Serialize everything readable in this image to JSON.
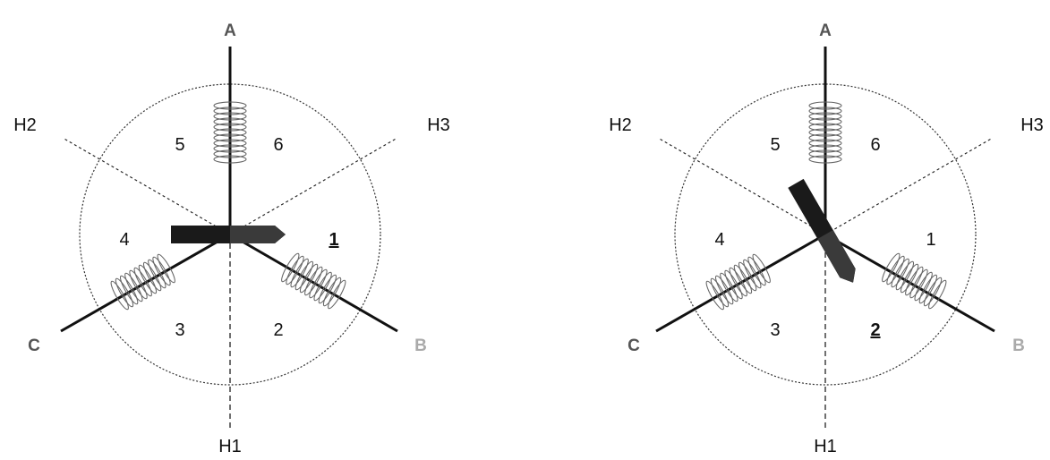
{
  "diagrams": [
    {
      "phase_labels": {
        "a": "A",
        "b": "B",
        "c": "C"
      },
      "hall_labels": {
        "h1": "H1",
        "h2": "H2",
        "h3": "H3"
      },
      "sectors": [
        "1",
        "2",
        "3",
        "4",
        "5",
        "6"
      ],
      "active_sector": "1",
      "rotor_angle_deg": 0
    },
    {
      "phase_labels": {
        "a": "A",
        "b": "B",
        "c": "C"
      },
      "hall_labels": {
        "h1": "H1",
        "h2": "H2",
        "h3": "H3"
      },
      "sectors": [
        "1",
        "2",
        "3",
        "4",
        "5",
        "6"
      ],
      "active_sector": "2",
      "rotor_angle_deg": 60
    }
  ],
  "colors": {
    "winding_line": "#111111",
    "rotor": "#1a1a1a",
    "circle": "#333333",
    "coil": "#666666"
  }
}
